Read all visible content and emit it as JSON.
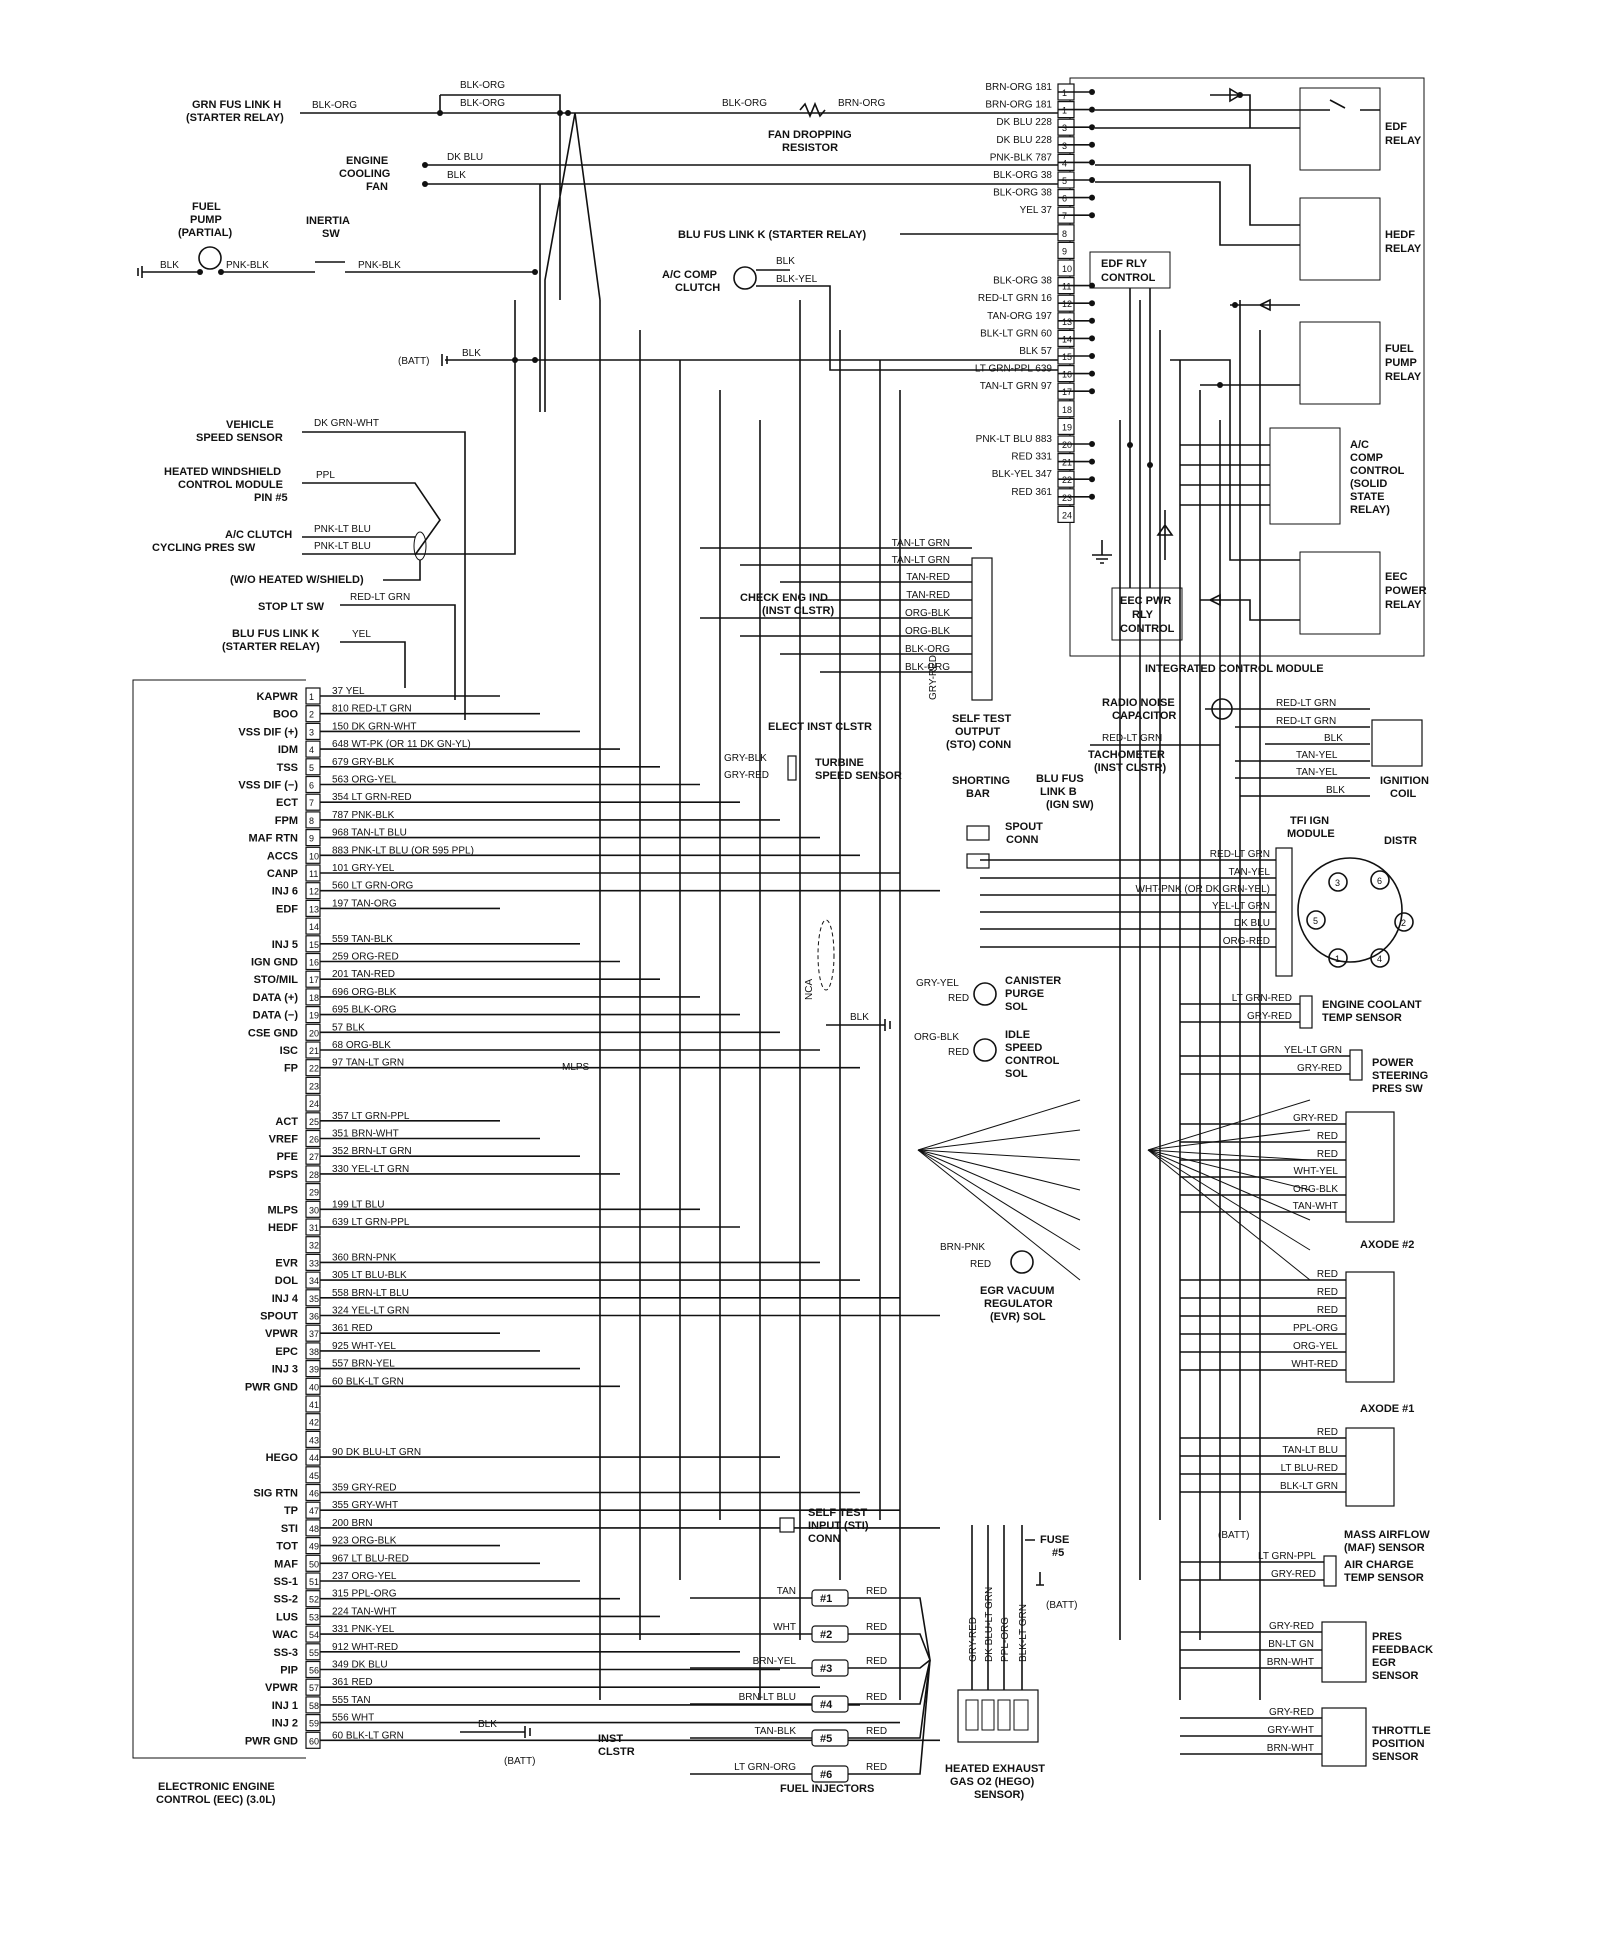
{
  "top_left": {
    "grn_fus_link_h": [
      "GRN FUS LINK H",
      "(STARTER RELAY)"
    ],
    "blk_org": "BLK-ORG",
    "engine_cooling_fan": [
      "ENGINE",
      "COOLING",
      "FAN"
    ],
    "dk_blu": "DK BLU",
    "blk": "BLK",
    "fuel_pump": [
      "FUEL",
      "PUMP",
      "(PARTIAL)"
    ],
    "inertia_sw": [
      "INERTIA",
      "SW"
    ],
    "pnk_blk": "PNK-BLK",
    "batt": "(BATT)",
    "fan_dropping_resistor": [
      "FAN DROPPING",
      "RESISTOR"
    ],
    "brn_org": "BRN-ORG",
    "blu_fus_link_k_starter": "BLU FUS LINK K (STARTER RELAY)",
    "ac_comp_clutch": [
      "A/C COMP",
      "CLUTCH"
    ],
    "blk_yel": "BLK-YEL"
  },
  "icm": {
    "title": "INTEGRATED CONTROL MODULE",
    "pins": [
      {
        "n": "1",
        "wire": "BRN-ORG 181"
      },
      {
        "n": "1",
        "wire": "BRN-ORG 181"
      },
      {
        "n": "3",
        "wire": "DK BLU 228"
      },
      {
        "n": "3",
        "wire": "DK BLU 228"
      },
      {
        "n": "4",
        "wire": "PNK-BLK 787"
      },
      {
        "n": "5",
        "wire": "BLK-ORG 38"
      },
      {
        "n": "6",
        "wire": "BLK-ORG 38"
      },
      {
        "n": "7",
        "wire": "YEL 37"
      },
      {
        "n": "8",
        "wire": ""
      },
      {
        "n": "9",
        "wire": ""
      },
      {
        "n": "10",
        "wire": ""
      },
      {
        "n": "11",
        "wire": "BLK-ORG 38"
      },
      {
        "n": "12",
        "wire": "RED-LT GRN 16"
      },
      {
        "n": "13",
        "wire": "TAN-ORG 197"
      },
      {
        "n": "14",
        "wire": "BLK-LT GRN 60"
      },
      {
        "n": "15",
        "wire": "BLK 57"
      },
      {
        "n": "16",
        "wire": "LT GRN-PPL 639"
      },
      {
        "n": "17",
        "wire": "TAN-LT GRN 97"
      },
      {
        "n": "18",
        "wire": ""
      },
      {
        "n": "19",
        "wire": ""
      },
      {
        "n": "20",
        "wire": "PNK-LT BLU 883"
      },
      {
        "n": "21",
        "wire": "RED 331"
      },
      {
        "n": "22",
        "wire": "BLK-YEL 347"
      },
      {
        "n": "23",
        "wire": "RED 361"
      },
      {
        "n": "24",
        "wire": ""
      }
    ],
    "edf_relay": [
      "EDF",
      "RELAY"
    ],
    "hedf_relay": [
      "HEDF",
      "RELAY"
    ],
    "edf_rly_control": [
      "EDF RLY",
      "CONTROL"
    ],
    "fuel_pump_relay": [
      "FUEL",
      "PUMP",
      "RELAY"
    ],
    "ac_comp_control": [
      "A/C",
      "COMP",
      "CONTROL",
      "(SOLID",
      "STATE",
      "RELAY)"
    ],
    "eec_power_relay": [
      "EEC",
      "POWER",
      "RELAY"
    ],
    "eec_pwr_rly_control": [
      "EEC PWR",
      "RLY",
      "CONTROL"
    ]
  },
  "left_sensors": {
    "vehicle_speed_sensor": [
      "VEHICLE",
      "SPEED SENSOR"
    ],
    "dk_grn_wht": "DK GRN-WHT",
    "heated_windshield": [
      "HEATED WINDSHIELD",
      "CONTROL MODULE",
      "PIN #5"
    ],
    "ppl": "PPL",
    "ac_clutch_cycling": [
      "A/C CLUTCH",
      "CYCLING PRES SW"
    ],
    "pnk_lt_blu": "PNK-LT BLU",
    "wo_heated": "(W/O HEATED W/SHIELD)",
    "stop_lt_sw": "STOP LT SW",
    "red_lt_grn": "RED-LT GRN",
    "blu_fus_link_k": [
      "BLU FUS LINK K",
      "(STARTER RELAY)"
    ],
    "yel": "YEL"
  },
  "sto_conn": {
    "wires": [
      "TAN-LT GRN",
      "TAN-LT GRN",
      "TAN-RED",
      "TAN-RED",
      "ORG-BLK",
      "ORG-BLK",
      "BLK-ORG",
      "BLK-ORG"
    ],
    "check_eng": [
      "CHECK ENG IND",
      "(INST CLSTR)"
    ],
    "elect_inst_clstr": "ELECT INST CLSTR",
    "gry_red": "GRY-RED",
    "self_test_output": [
      "SELF TEST",
      "OUTPUT",
      "(STO) CONN"
    ]
  },
  "eec": {
    "title": [
      "ELECTRONIC ENGINE",
      "CONTROL (EEC) (3.0L)"
    ],
    "pins": [
      {
        "n": "1",
        "name": "KAPWR",
        "wire": "37 YEL"
      },
      {
        "n": "2",
        "name": "BOO",
        "wire": "810 RED-LT GRN"
      },
      {
        "n": "3",
        "name": "VSS DIF (+)",
        "wire": "150 DK GRN-WHT"
      },
      {
        "n": "4",
        "name": "IDM",
        "wire": "648 WT-PK (OR 11 DK GN-YL)"
      },
      {
        "n": "5",
        "name": "TSS",
        "wire": "679 GRY-BLK"
      },
      {
        "n": "6",
        "name": "VSS DIF (−)",
        "wire": "563 ORG-YEL"
      },
      {
        "n": "7",
        "name": "ECT",
        "wire": "354 LT GRN-RED"
      },
      {
        "n": "8",
        "name": "FPM",
        "wire": "787 PNK-BLK"
      },
      {
        "n": "9",
        "name": "MAF RTN",
        "wire": "968 TAN-LT BLU"
      },
      {
        "n": "10",
        "name": "ACCS",
        "wire": "883 PNK-LT BLU (OR 595 PPL)"
      },
      {
        "n": "11",
        "name": "CANP",
        "wire": "101 GRY-YEL"
      },
      {
        "n": "12",
        "name": "INJ 6",
        "wire": "560 LT GRN-ORG"
      },
      {
        "n": "13",
        "name": "EDF",
        "wire": "197 TAN-ORG"
      },
      {
        "n": "14",
        "name": "",
        "wire": ""
      },
      {
        "n": "15",
        "name": "INJ 5",
        "wire": "559 TAN-BLK"
      },
      {
        "n": "16",
        "name": "IGN GND",
        "wire": "259 ORG-RED"
      },
      {
        "n": "17",
        "name": "STO/MIL",
        "wire": "201 TAN-RED"
      },
      {
        "n": "18",
        "name": "DATA (+)",
        "wire": "696 ORG-BLK"
      },
      {
        "n": "19",
        "name": "DATA (−)",
        "wire": "695 BLK-ORG"
      },
      {
        "n": "20",
        "name": "CSE GND",
        "wire": "57 BLK"
      },
      {
        "n": "21",
        "name": "ISC",
        "wire": "68 ORG-BLK"
      },
      {
        "n": "22",
        "name": "FP",
        "wire": "97 TAN-LT GRN"
      },
      {
        "n": "23",
        "name": "",
        "wire": ""
      },
      {
        "n": "24",
        "name": "",
        "wire": ""
      },
      {
        "n": "25",
        "name": "ACT",
        "wire": "357 LT GRN-PPL"
      },
      {
        "n": "26",
        "name": "VREF",
        "wire": "351 BRN-WHT"
      },
      {
        "n": "27",
        "name": "PFE",
        "wire": "352 BRN-LT GRN"
      },
      {
        "n": "28",
        "name": "PSPS",
        "wire": "330 YEL-LT GRN"
      },
      {
        "n": "29",
        "name": "",
        "wire": ""
      },
      {
        "n": "30",
        "name": "MLPS",
        "wire": "199 LT BLU"
      },
      {
        "n": "31",
        "name": "HEDF",
        "wire": "639 LT GRN-PPL"
      },
      {
        "n": "32",
        "name": "",
        "wire": ""
      },
      {
        "n": "33",
        "name": "EVR",
        "wire": "360 BRN-PNK"
      },
      {
        "n": "34",
        "name": "DOL",
        "wire": "305 LT BLU-BLK"
      },
      {
        "n": "35",
        "name": "INJ 4",
        "wire": "558 BRN-LT BLU"
      },
      {
        "n": "36",
        "name": "SPOUT",
        "wire": "324 YEL-LT GRN"
      },
      {
        "n": "37",
        "name": "VPWR",
        "wire": "361 RED"
      },
      {
        "n": "38",
        "name": "EPC",
        "wire": "925 WHT-YEL"
      },
      {
        "n": "39",
        "name": "INJ 3",
        "wire": "557 BRN-YEL"
      },
      {
        "n": "40",
        "name": "PWR GND",
        "wire": "60 BLK-LT GRN"
      },
      {
        "n": "41",
        "name": "",
        "wire": ""
      },
      {
        "n": "42",
        "name": "",
        "wire": ""
      },
      {
        "n": "43",
        "name": "",
        "wire": ""
      },
      {
        "n": "44",
        "name": "HEGO",
        "wire": "90 DK BLU-LT GRN"
      },
      {
        "n": "45",
        "name": "",
        "wire": ""
      },
      {
        "n": "46",
        "name": "SIG RTN",
        "wire": "359 GRY-RED"
      },
      {
        "n": "47",
        "name": "TP",
        "wire": "355 GRY-WHT"
      },
      {
        "n": "48",
        "name": "STI",
        "wire": "200 BRN"
      },
      {
        "n": "49",
        "name": "TOT",
        "wire": "923 ORG-BLK"
      },
      {
        "n": "50",
        "name": "MAF",
        "wire": "967 LT BLU-RED"
      },
      {
        "n": "51",
        "name": "SS-1",
        "wire": "237 ORG-YEL"
      },
      {
        "n": "52",
        "name": "SS-2",
        "wire": "315 PPL-ORG"
      },
      {
        "n": "53",
        "name": "LUS",
        "wire": "224 TAN-WHT"
      },
      {
        "n": "54",
        "name": "WAC",
        "wire": "331 PNK-YEL"
      },
      {
        "n": "55",
        "name": "SS-3",
        "wire": "912 WHT-RED"
      },
      {
        "n": "56",
        "name": "PIP",
        "wire": "349 DK BLU"
      },
      {
        "n": "57",
        "name": "VPWR",
        "wire": "361 RED"
      },
      {
        "n": "58",
        "name": "INJ 1",
        "wire": "555 TAN"
      },
      {
        "n": "59",
        "name": "INJ 2",
        "wire": "556 WHT"
      },
      {
        "n": "60",
        "name": "PWR GND",
        "wire": "60 BLK-LT GRN"
      }
    ]
  },
  "middle": {
    "gry_blk": "GRY-BLK",
    "gry_red": "GRY-RED",
    "turbine_speed_sensor": [
      "TURBINE",
      "SPEED SENSOR"
    ],
    "shorting_bar": [
      "SHORTING",
      "BAR"
    ],
    "spout_conn": [
      "SPOUT",
      "CONN"
    ],
    "nca": "NCA",
    "blk": "BLK",
    "gry_yel": "GRY-YEL",
    "red": "RED",
    "canister_purge": [
      "CANISTER",
      "PURGE",
      "SOL"
    ],
    "org_blk": "ORG-BLK",
    "idle_speed": [
      "IDLE",
      "SPEED",
      "CONTROL",
      "SOL"
    ],
    "mlps": "MLPS",
    "brn_pnk": "BRN-PNK",
    "egr_vacuum": [
      "EGR VACUUM",
      "REGULATOR",
      "(EVR) SOL"
    ],
    "self_test_input": [
      "SELF TEST",
      "INPUT (STI)",
      "CONN"
    ],
    "inst_clstr": [
      "INST",
      "CLSTR"
    ],
    "batt": "(BATT)"
  },
  "injectors": {
    "title": "FUEL INJECTORS",
    "items": [
      {
        "wire": "TAN",
        "label": "#1",
        "out": "RED"
      },
      {
        "wire": "WHT",
        "label": "#2",
        "out": "RED"
      },
      {
        "wire": "BRN-YEL",
        "label": "#3",
        "out": "RED"
      },
      {
        "wire": "BRN-LT BLU",
        "label": "#4",
        "out": "RED"
      },
      {
        "wire": "TAN-BLK",
        "label": "#5",
        "out": "RED"
      },
      {
        "wire": "LT GRN-ORG",
        "label": "#6",
        "out": "RED"
      }
    ]
  },
  "hego": {
    "title": [
      "HEATED EXHAUST",
      "GAS O2 (HEGO)",
      "SENSOR)"
    ],
    "wires": [
      "GRY-RED",
      "DK BLU-LT GRN",
      "PPL-ORG",
      "BLK-LT GRN"
    ],
    "fuse": [
      "FUSE",
      "#5"
    ],
    "batt": "(BATT)"
  },
  "right": {
    "radio_noise": [
      "RADIO NOISE",
      "CAPACITOR"
    ],
    "red_lt_grn": "RED-LT GRN",
    "blk": "BLK",
    "tan_yel": "TAN-YEL",
    "tachometer": [
      "TACHOMETER",
      "(INST CLSTR)"
    ],
    "blu_fus_link_b": [
      "BLU FUS",
      "LINK B",
      "(IGN SW)"
    ],
    "ignition_coil": [
      "IGNITION",
      "COIL"
    ],
    "tfi_module": [
      "TFI IGN",
      "MODULE"
    ],
    "distr": "DISTR",
    "tfi_wires": [
      "RED-LT GRN",
      "TAN-YEL",
      "WHT-PNK (OR DK GRN-YEL)",
      "YEL-LT GRN",
      "DK BLU",
      "ORG-RED"
    ],
    "distr_pins": [
      "1",
      "2",
      "3",
      "4",
      "5",
      "6"
    ],
    "ect_wires": [
      "LT GRN-RED",
      "GRY-RED"
    ],
    "ect": [
      "ENGINE COOLANT",
      "TEMP SENSOR"
    ],
    "psps_wires": [
      "YEL-LT GRN",
      "GRY-RED"
    ],
    "psps": [
      "POWER",
      "STEERING",
      "PRES SW"
    ],
    "axode2_wires": [
      "GRY-RED",
      "RED",
      "RED",
      "WHT-YEL",
      "ORG-BLK",
      "TAN-WHT"
    ],
    "axode2": "AXODE #2",
    "axode1_wires": [
      "RED",
      "RED",
      "RED",
      "PPL-ORG",
      "ORG-YEL",
      "WHT-RED"
    ],
    "axode1": "AXODE #1",
    "maf_wires": [
      "RED",
      "TAN-LT BLU",
      "LT BLU-RED",
      "BLK-LT GRN"
    ],
    "maf": [
      "MASS AIRFLOW",
      "(MAF) SENSOR"
    ],
    "batt": "(BATT)",
    "act_wires": [
      "LT GRN-PPL",
      "GRY-RED"
    ],
    "act": [
      "AIR CHARGE",
      "TEMP SENSOR"
    ],
    "pfe_wires": [
      "GRY-RED",
      "BN-LT GN",
      "BRN-WHT"
    ],
    "pfe": [
      "PRES",
      "FEEDBACK",
      "EGR",
      "SENSOR"
    ],
    "tps_wires": [
      "GRY-RED",
      "GRY-WHT",
      "BRN-WHT"
    ],
    "tps": [
      "THROTTLE",
      "POSITION",
      "SENSOR"
    ]
  }
}
